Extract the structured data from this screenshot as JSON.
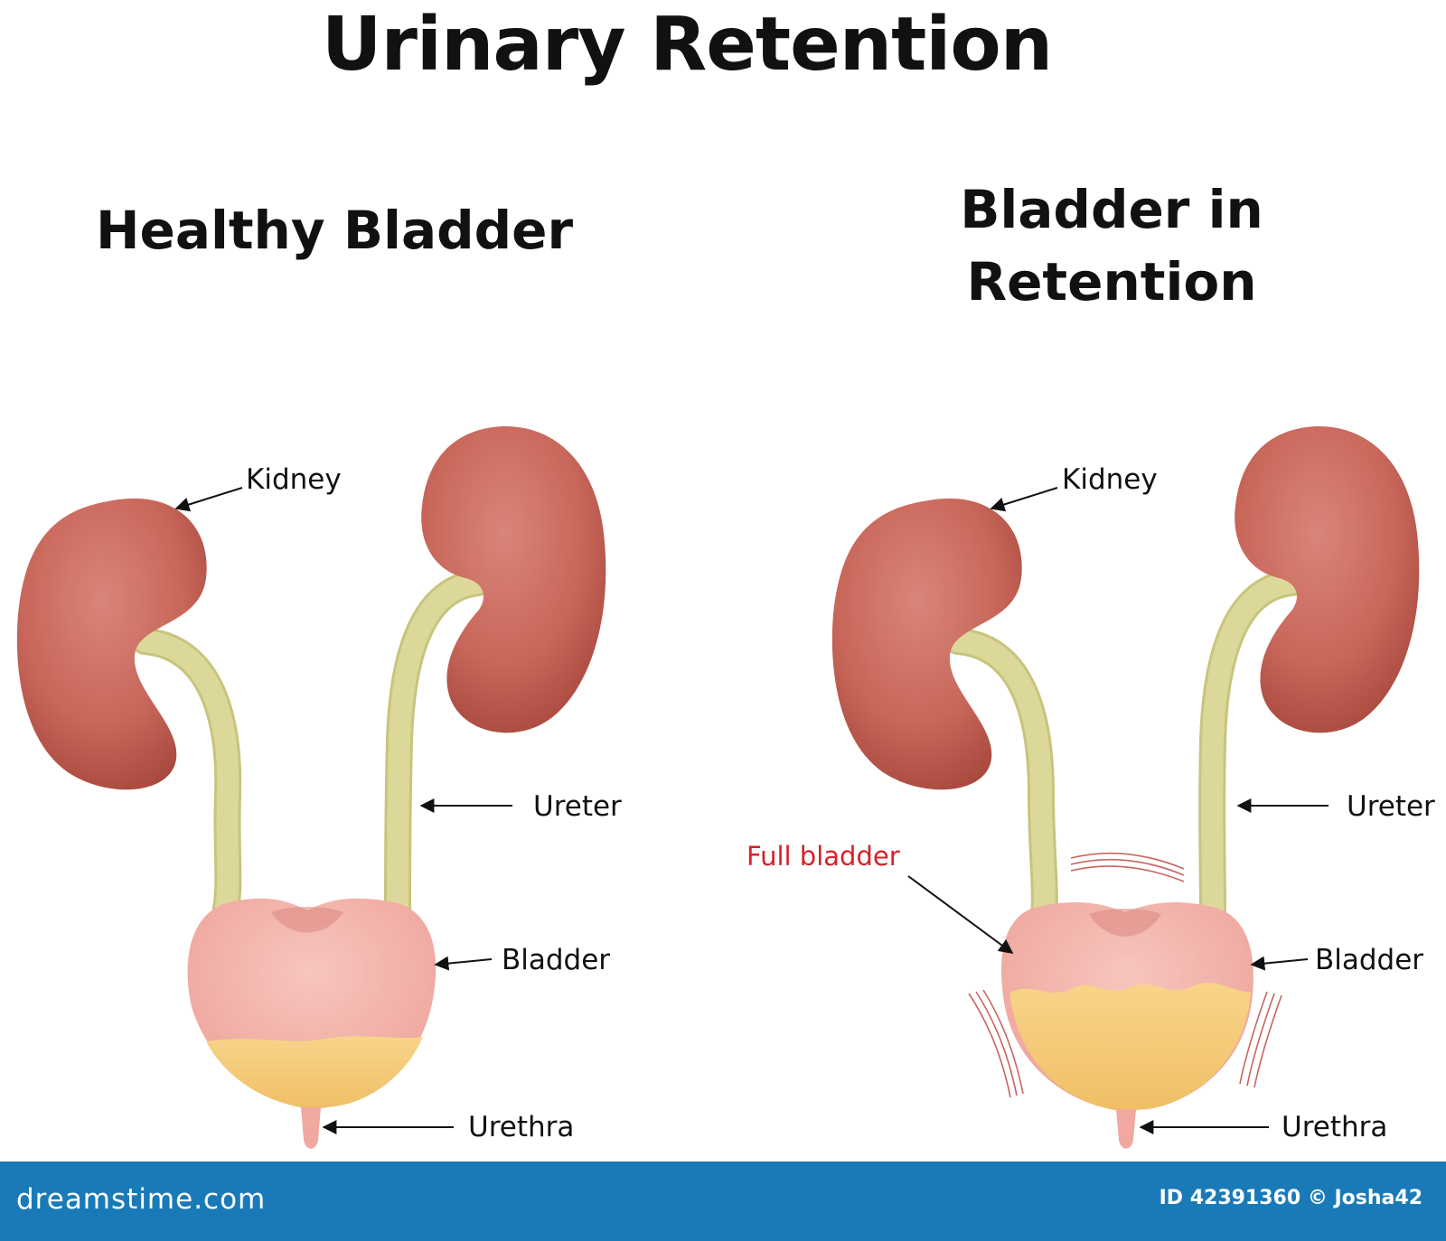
{
  "title": "Urinary Retention",
  "panels": {
    "left": {
      "heading": "Healthy Bladder",
      "labels": {
        "kidney": "Kidney",
        "ureter": "Ureter",
        "bladder": "Bladder",
        "urethra": "Urethra"
      }
    },
    "right": {
      "heading_line1": "Bladder in",
      "heading_line2": "Retention",
      "labels": {
        "kidney": "Kidney",
        "ureter": "Ureter",
        "full_bladder": "Full bladder",
        "bladder": "Bladder",
        "urethra": "Urethra"
      }
    }
  },
  "footer": {
    "brand": "dreamstime.com",
    "credit": "ID 42391360 © Josha42"
  },
  "colors": {
    "kidney": "#c8675a",
    "ureter": "#dcd89a",
    "bladder": "#f0b0a8",
    "urine": "#f6cd7e",
    "highlight_red": "#d8202a",
    "footer_bg": "#1a7ab7"
  }
}
